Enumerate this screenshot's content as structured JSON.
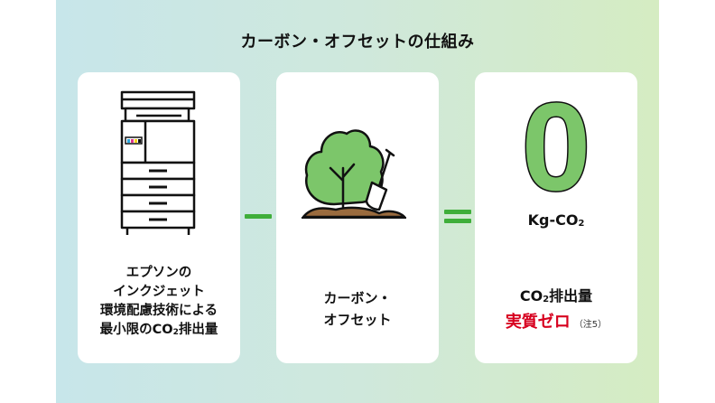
{
  "title": "カーボン・オフセットの仕組み",
  "cards": [
    {
      "lines": [
        "エプソンの",
        "インクジェット",
        "環境配慮技術による"
      ],
      "last_line_prefix": "最小限のCO",
      "last_line_sub": "2",
      "last_line_suffix": "排出量"
    },
    {
      "lines": [
        "カーボン・",
        "オフセット"
      ]
    },
    {
      "big_value": "0",
      "unit_prefix": "Kg-CO",
      "unit_sub": "2",
      "line1_prefix": "CO",
      "line1_sub": "2",
      "line1_suffix": "排出量",
      "emphasis": "実質ゼロ",
      "note": "（注5）"
    }
  ],
  "operators": {
    "minus": "−",
    "equals": "="
  },
  "colors": {
    "accent_green": "#3fae3a",
    "zero_fill": "#7cc66a",
    "emphasis_red": "#d7001e"
  }
}
